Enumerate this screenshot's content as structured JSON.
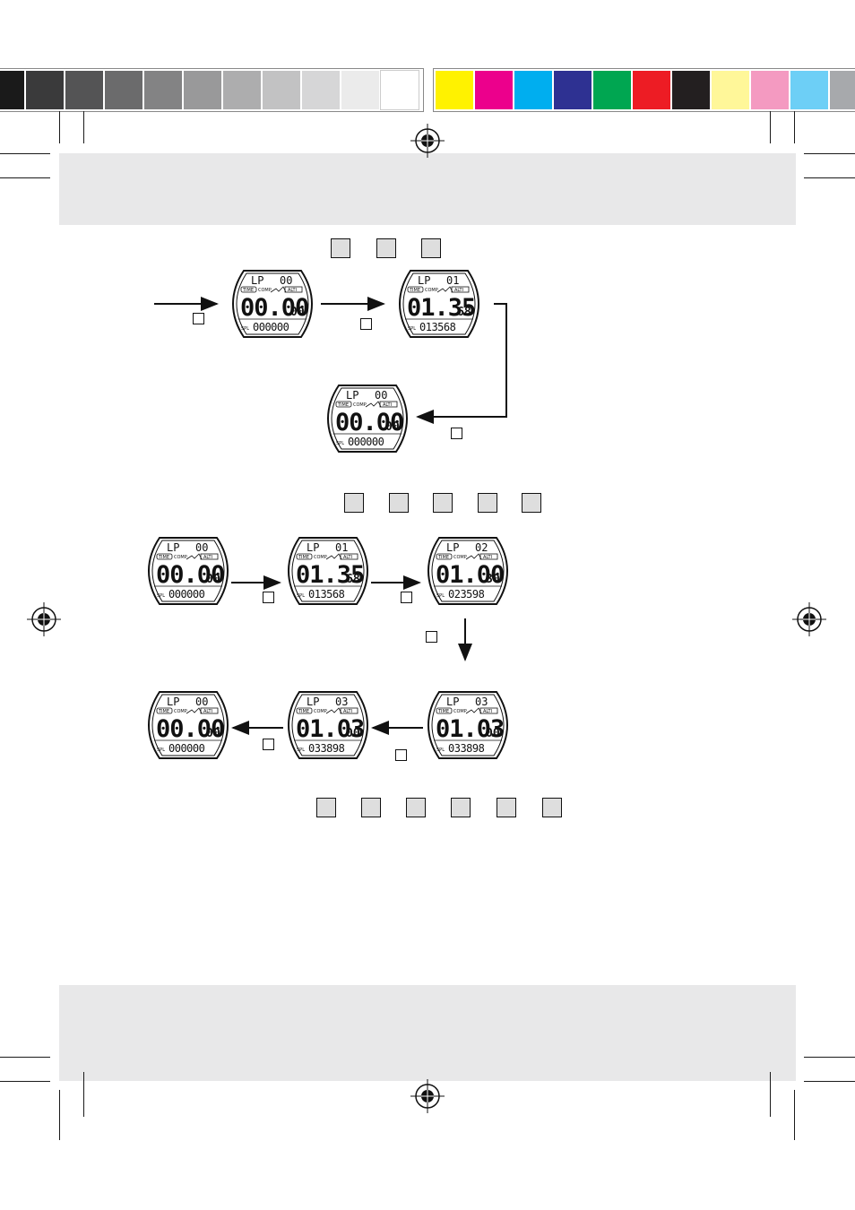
{
  "color_bar": {
    "gray_swatches": [
      "#1a1a1a",
      "#3a3a3b",
      "#545455",
      "#6b6b6c",
      "#838384",
      "#99999a",
      "#adadae",
      "#c2c2c3",
      "#d6d6d7",
      "#ebebeb",
      "#ffffff"
    ],
    "color_swatches": [
      "#fff200",
      "#ec008c",
      "#00aeef",
      "#2e3192",
      "#00a651",
      "#ed1c24",
      "#231f20",
      "#fff799",
      "#f49ac1",
      "#6dcff6",
      "#a7a9ac"
    ]
  },
  "watch_faces": [
    {
      "lp": "LP",
      "lap": "00",
      "main": "00.00",
      "hund": "00",
      "split": "000000"
    },
    {
      "lp": "LP",
      "lap": "01",
      "main": "01.35",
      "hund": "68",
      "split": "013568"
    },
    {
      "lp": "LP",
      "lap": "00",
      "main": "00.00",
      "hund": "00",
      "split": "000000"
    },
    {
      "lp": "LP",
      "lap": "00",
      "main": "00.00",
      "hund": "00",
      "split": "000000"
    },
    {
      "lp": "LP",
      "lap": "01",
      "main": "01.35",
      "hund": "68",
      "split": "013568"
    },
    {
      "lp": "LP",
      "lap": "02",
      "main": "01.00",
      "hund": "30",
      "split": "023598"
    },
    {
      "lp": "LP",
      "lap": "00",
      "main": "00.00",
      "hund": "00",
      "split": "000000"
    },
    {
      "lp": "LP",
      "lap": "03",
      "main": "01.03",
      "hund": "00",
      "split": "033898"
    },
    {
      "lp": "LP",
      "lap": "03",
      "main": "01.03",
      "hund": "00",
      "split": "033898"
    }
  ],
  "lcd_labels": {
    "time": "TIME",
    "comp": "COMP",
    "alti": "ALTI",
    "split": "SPL"
  }
}
